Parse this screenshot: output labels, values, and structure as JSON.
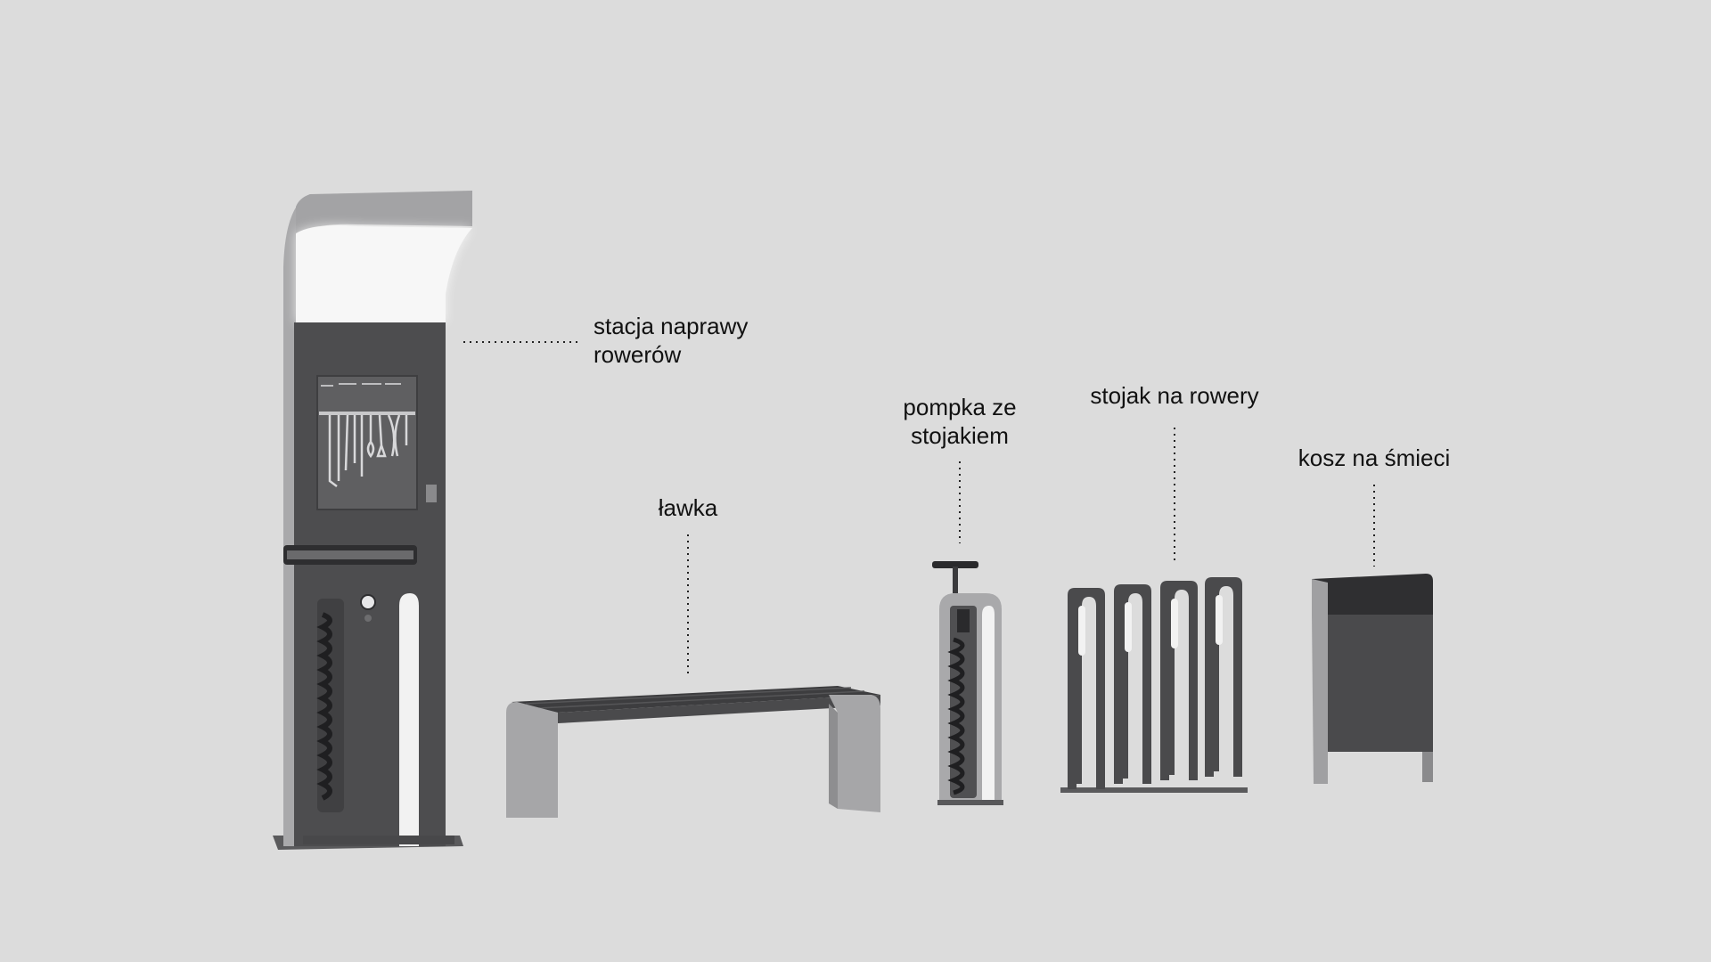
{
  "labels": {
    "repair_station": {
      "line1": "stacja naprawy",
      "line2": "rowerów"
    },
    "bench": "ławka",
    "pump": {
      "line1": "pompka ze",
      "line2": "stojakiem"
    },
    "bike_rack": "stojak na rowery",
    "trash_bin": "kosz na śmieci"
  },
  "colors": {
    "background": "#dcdcdc",
    "dark_metal": "#4b4b4d",
    "light_metal": "#a6a6a8",
    "lamp_light": "#f7f7f7"
  }
}
